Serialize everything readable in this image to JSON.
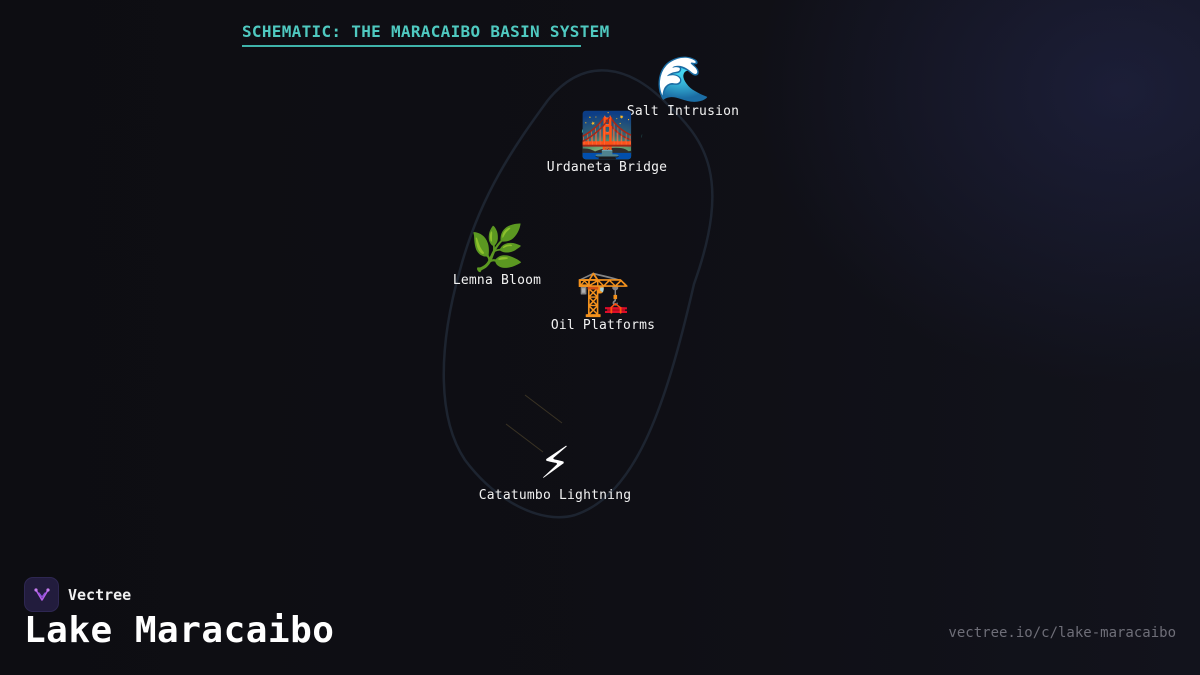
{
  "title": "SCHEMATIC: THE MARACAIBO BASIN SYSTEM",
  "nodes": [
    {
      "id": "salt-intrusion",
      "label": "Salt Intrusion",
      "icon": "wave-icon",
      "glyph": "🌊"
    },
    {
      "id": "urdaneta-bridge",
      "label": "Urdaneta Bridge",
      "icon": "bridge-icon",
      "glyph": "🌉"
    },
    {
      "id": "lemna-bloom",
      "label": "Lemna Bloom",
      "icon": "herb-icon",
      "glyph": "🌿"
    },
    {
      "id": "oil-platforms",
      "label": "Oil Platforms",
      "icon": "crane-icon",
      "glyph": "🏗️"
    },
    {
      "id": "catatumbo-lightning",
      "label": "Catatumbo Lightning",
      "icon": "lightning-icon",
      "glyph": "⚡"
    }
  ],
  "brand": {
    "name": "Vectree",
    "icon": "vectree-logo-icon"
  },
  "page_title": "Lake Maracaibo",
  "url": "vectree.io/c/lake-maracaibo",
  "colors": {
    "accent": "#4fc9c0",
    "background": "#0d0d12",
    "outline": "#1f2633",
    "logo_bg": "#221c3d",
    "logo_mark": "#b45ee8"
  }
}
